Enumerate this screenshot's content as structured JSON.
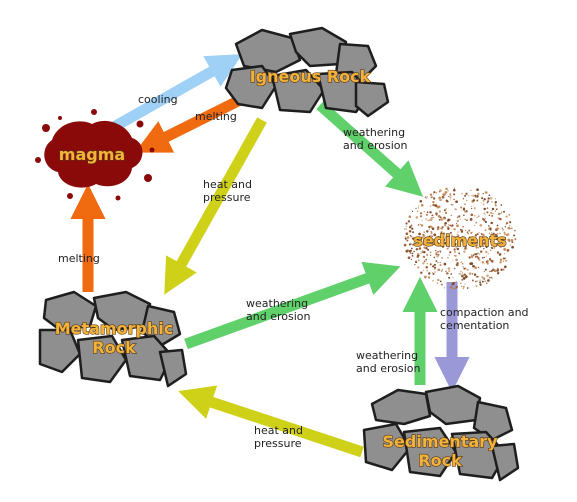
{
  "colors": {
    "label": "#f3b23b",
    "magma": "#8a0a0a",
    "rock_fill": "#8f8f8f",
    "rock_stroke": "#1e1e1e",
    "arrow_cooling": "#9fd0f6",
    "arrow_melting": "#f06a10",
    "arrow_heat": "#cfd018",
    "arrow_weathering": "#5fd06a",
    "arrow_compaction": "#9b98d8",
    "sediment": "#a0603a"
  },
  "nodes": {
    "igneous": "Igneous Rock",
    "magma": "magma",
    "sediments": "sediments",
    "metamorphic_1": "Metamorphic",
    "metamorphic_2": "Rock",
    "sedimentary_1": "Sedimentary",
    "sedimentary_2": "Rock"
  },
  "edges": {
    "cooling": "cooling",
    "melting_igneous": "melting",
    "melting_metamorphic": "melting",
    "heat_igneous_1": "heat and",
    "heat_igneous_2": "pressure",
    "weather_igneous_1": "weathering",
    "weather_igneous_2": "and erosion",
    "weather_metamorphic_1": "weathering",
    "weather_metamorphic_2": "and erosion",
    "compaction_1": "compaction and",
    "compaction_2": "cementation",
    "weather_sedimentary_1": "weathering",
    "weather_sedimentary_2": "and erosion",
    "heat_sedimentary_1": "heat and",
    "heat_sedimentary_2": "pressure"
  },
  "icons": [
    "rock-pile-icon",
    "magma-splat-icon",
    "sediment-particles-icon",
    "arrow-icon"
  ]
}
